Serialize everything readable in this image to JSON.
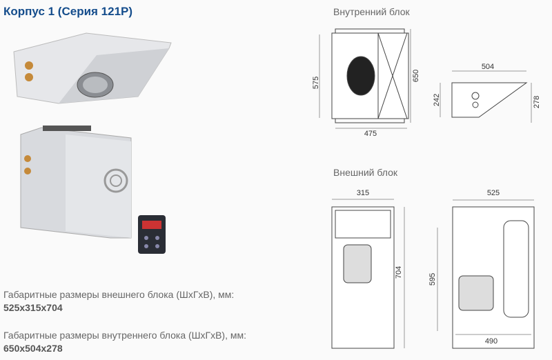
{
  "title": "Корпус 1 (Серия 121P)",
  "specs": [
    {
      "label": "Габаритные размеры внешнего блока (ШхГхВ), мм:",
      "value": "525x315x704"
    },
    {
      "label": "Габаритные размеры внутреннего блока (ШхГхВ), мм:",
      "value": "650x504x278"
    }
  ],
  "indoor": {
    "heading": "Внутренний блок",
    "front": {
      "height_inner": "575",
      "height_total": "650",
      "width": "475"
    },
    "side": {
      "depth": "504",
      "height_front": "242",
      "height_total": "278"
    }
  },
  "outdoor": {
    "heading": "Внешний блок",
    "side": {
      "depth": "315",
      "height": "704"
    },
    "front": {
      "width_top": "525",
      "height_inner": "595",
      "width_bottom": "490"
    }
  }
}
